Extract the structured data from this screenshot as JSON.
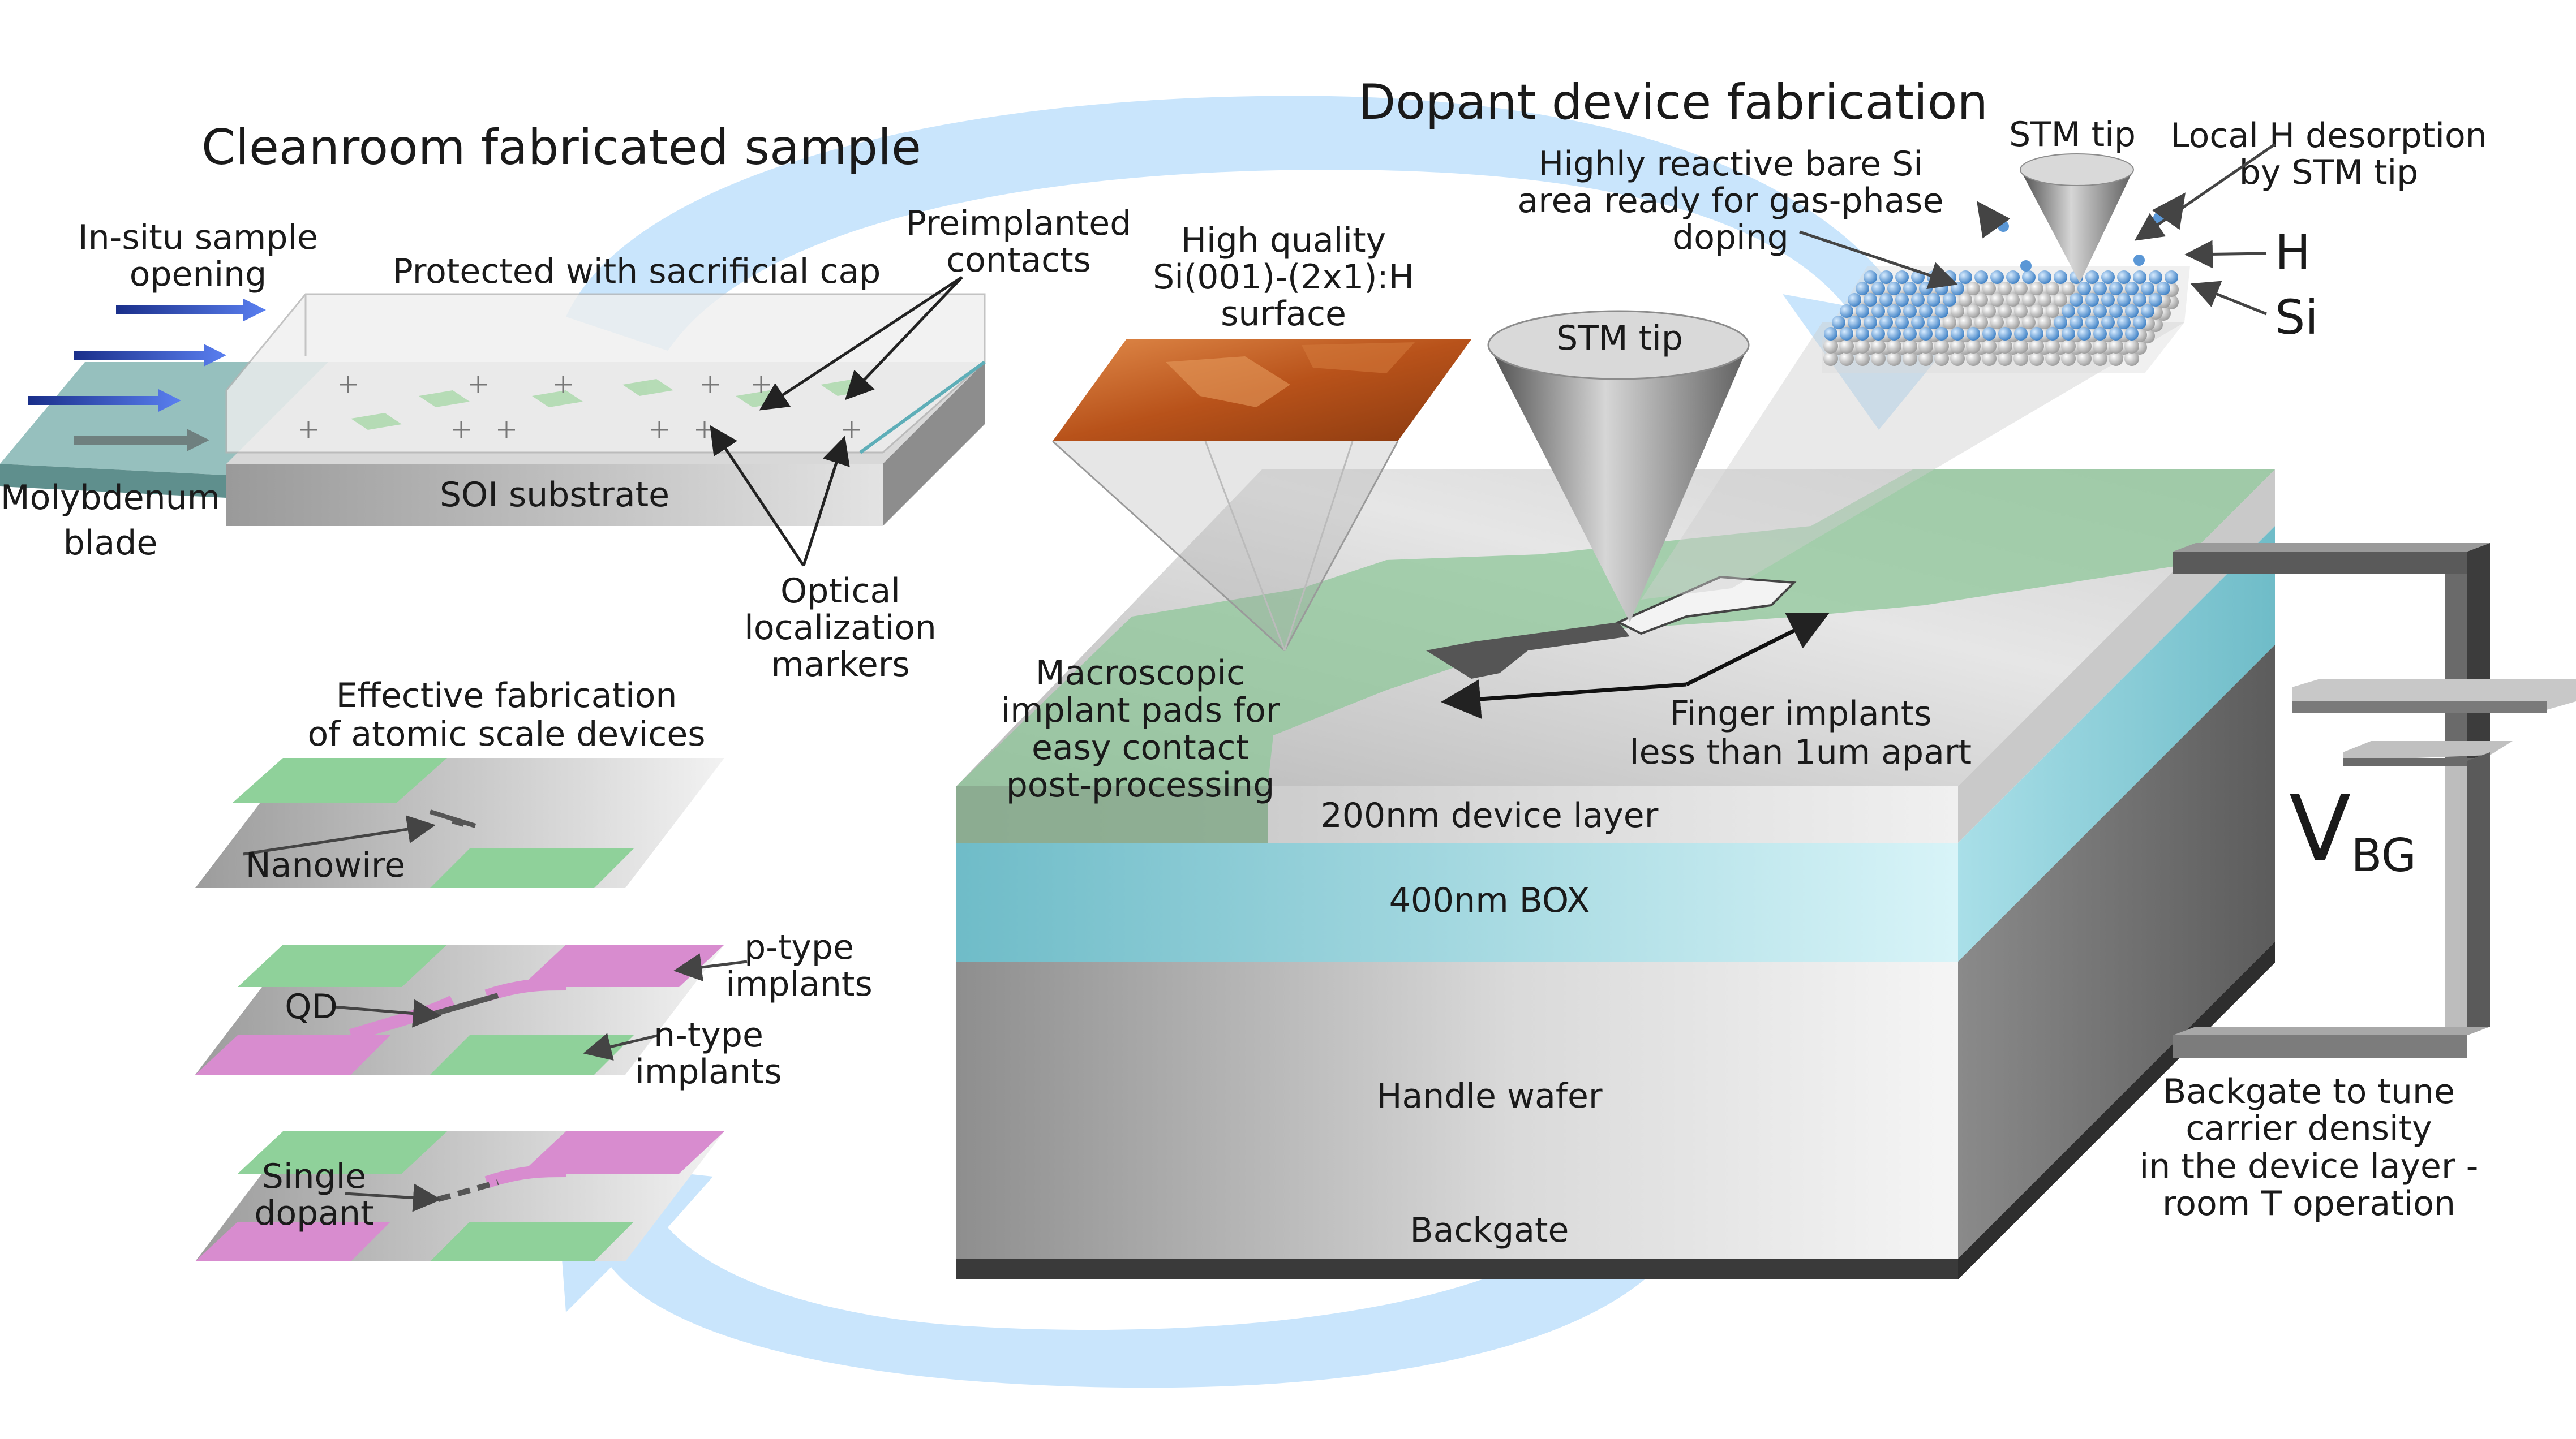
{
  "titles": {
    "cleanroom": "Cleanroom fabricated sample",
    "dopant": "Dopant device fabrication"
  },
  "sample": {
    "insitu_line1": "In-situ sample",
    "insitu_line2": "opening",
    "cap": "Protected with sacrificial cap",
    "preimplanted_line1": "Preimplanted",
    "preimplanted_line2": "contacts",
    "molybdenum_line1": "Molybdenum",
    "molybdenum_line2": "blade",
    "soi": "SOI substrate",
    "optical_line1": "Optical",
    "optical_line2": "localization",
    "optical_line3": "markers"
  },
  "effective": {
    "title_line1": "Effective fabrication",
    "title_line2": "of atomic scale devices",
    "nanowire": "Nanowire",
    "qd": "QD",
    "ptype_line1": "p-type",
    "ptype_line2": "implants",
    "ntype_line1": "n-type",
    "ntype_line2": "implants",
    "single_line1": "Single",
    "single_line2": "dopant"
  },
  "stm": {
    "hq_line1": "High quality",
    "hq_line2": "Si(001)-(2x1):H",
    "hq_line3": "surface",
    "tip_main": "STM tip",
    "tip_small": "STM tip",
    "reactive_line1": "Highly reactive bare Si",
    "reactive_line2": "area ready for gas-phase",
    "reactive_line3": "doping",
    "desorption_line1": "Local H desorption",
    "desorption_line2": "by STM tip",
    "h_label": "H",
    "si_label": "Si"
  },
  "device": {
    "macro_line1": "Macroscopic",
    "macro_line2": "implant pads for",
    "macro_line3": "easy contact",
    "macro_line4": "post-processing",
    "finger_line1": "Finger implants",
    "finger_line2": "less than 1um apart",
    "layer_device": "200nm device layer",
    "layer_box": "400nm BOX",
    "layer_handle": "Handle wafer",
    "layer_backgate": "Backgate",
    "vbg_main": "V",
    "vbg_sub": "BG",
    "backgate_line1": "Backgate to tune",
    "backgate_line2": "carrier density",
    "backgate_line3": "in the device layer -",
    "backgate_line4": "room T operation"
  },
  "colors": {
    "cycle_arrow": "#bfe0fb",
    "implant_green": "#8fd19a",
    "ptype_pink": "#d88ccf",
    "box_cyan": "#8fd5e3",
    "stm_image": "#b8521a",
    "silicon_atom": "#c8c8c8",
    "hydrogen_atom": "#6aa6dc",
    "blade_blue": "#2f4fbf"
  }
}
